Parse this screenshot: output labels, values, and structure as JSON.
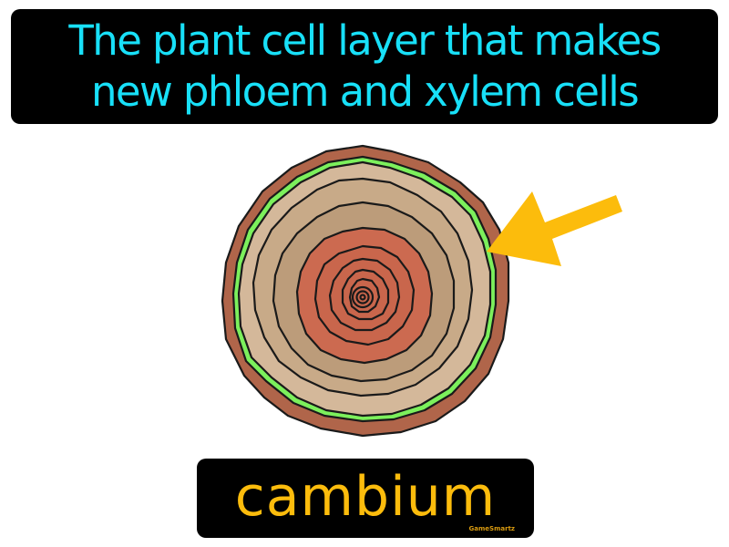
{
  "definition": {
    "lines": [
      "The plant cell layer that makes",
      "new phloem and xylem cells"
    ],
    "text_color": "#18e0f8",
    "box_color": "#000000"
  },
  "term": {
    "word": "cambium",
    "text_color": "#fcbc0c",
    "box_color": "#000000"
  },
  "brand": {
    "label": "GameSmartz"
  },
  "illustration": {
    "subject": "tree-trunk-cross-section",
    "highlighted_layer": "cambium",
    "colors": {
      "bark": "#b0654a",
      "cambium": "#7cf05c",
      "sapwood_outer": "#d4b89a",
      "sapwood_mid": "#c4a684",
      "sapwood_inner": "#b89878",
      "heartwood": "#cc6a50",
      "heartwood_inner": "#c05e46",
      "ring_line": "#1a1a1a",
      "arrow": "#fcbc0c"
    }
  }
}
